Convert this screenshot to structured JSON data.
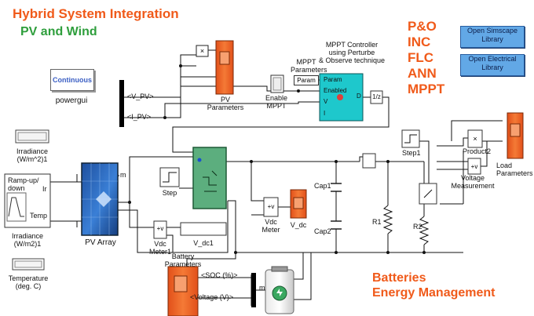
{
  "header": {
    "title": "Hybrid System Integration",
    "subtitle": "PV and Wind"
  },
  "algorithms": [
    "P&O",
    "INC",
    "FLC",
    "ANN",
    "MPPT"
  ],
  "library_buttons": [
    {
      "label_line1": "Open Simscape",
      "label_line2": "Library"
    },
    {
      "label_line1": "Open Electrical",
      "label_line2": "Library"
    }
  ],
  "powergui": {
    "block_text": "Continuous",
    "label": "powergui"
  },
  "pv_array": {
    "label": "PV Array",
    "port_ir": "Ir",
    "port_temp": "Temp",
    "port_m": "m"
  },
  "irradiance_scope": {
    "line1": "Irradiance",
    "line2": "(W/m^2)1"
  },
  "ramp_block": {
    "line1": "Ramp-up/",
    "line2": "down",
    "label_line1": "Irradiance",
    "label_line2": "(W/m2)1"
  },
  "temperature": {
    "line1": "Temperature",
    "line2": "(deg. C)"
  },
  "bus_signals": {
    "v_pv": "<V_PV>",
    "i_pv": "<I_PV>"
  },
  "pv_parameters": {
    "line1": "PV",
    "line2": "Parameters"
  },
  "mppt": {
    "title_line1": "MPPT Controller",
    "title_line2": "using Perturbe",
    "title_line3": "& Observe technique",
    "param_in_line1": "MPPT",
    "param_in_line2": "Parameters",
    "param_tag": "Param",
    "port_param": "Param",
    "port_enabled": "Enabled",
    "port_v": "V",
    "port_i": "I",
    "port_d": "D",
    "enable_line1": "Enable",
    "enable_line2": "MPPT",
    "delay": "1/z"
  },
  "converter": {
    "step_label": "Step"
  },
  "vdc_meter1": {
    "line1": "Vdc",
    "line2": "Meter1",
    "display": "V_dc1"
  },
  "vdc_meter": {
    "line1": "Vdc",
    "line2": "Meter",
    "scope": "V_dc"
  },
  "caps": {
    "cap1": "Cap1",
    "cap2": "Cap2"
  },
  "resistors": {
    "r1": "R1",
    "r2": "R2"
  },
  "load": {
    "step1": "Step1",
    "product": "Product2",
    "vmeas_line1": "Voltage",
    "vmeas_line2": "Measurement",
    "params_line1": "Load",
    "params_line2": "Parameters"
  },
  "battery": {
    "params_line1": "Battery",
    "params_line2": "Parameters",
    "soc": "<SOC (%)>",
    "voltage": "<Voltage (V)>",
    "port_m": "m"
  },
  "energy_mgmt": {
    "line1": "Batteries",
    "line2": "Energy Management"
  },
  "colors": {
    "orange": "#f05a1a",
    "green": "#2e9e3c",
    "block_orange": "#f06a2a",
    "block_teal": "#1ec8cc",
    "block_green": "#5cae7e",
    "pv_blue": "#2f6cc4",
    "button_blue": "#62a8e6"
  }
}
